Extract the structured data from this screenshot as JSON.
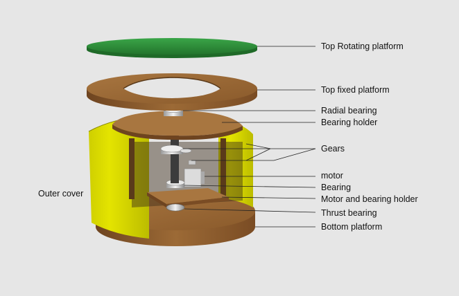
{
  "labels": {
    "top_rotating_platform": "Top Rotating platform",
    "top_fixed_platform": "Top fixed platform",
    "radial_bearing": "Radial bearing",
    "bearing_holder": "Bearing holder",
    "gears": "Gears",
    "motor": "motor",
    "bearing": "Bearing",
    "motor_and_bearing_holder": "Motor and bearing holder",
    "thrust_bearing": "Thrust bearing",
    "bottom_platform": "Bottom  platform",
    "outer_cover": "Outer cover"
  },
  "colors": {
    "background": "#e6e6e6",
    "rotating_platform": "#2f8f3a",
    "wood": "#8a5a2b",
    "cover": "#d6d600",
    "leader_line": "#222222"
  }
}
